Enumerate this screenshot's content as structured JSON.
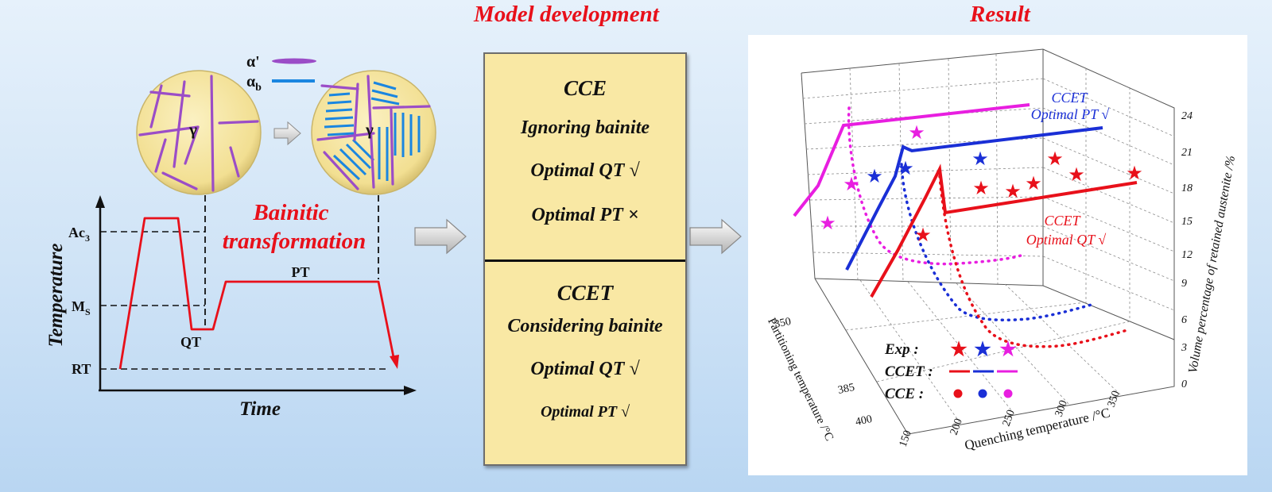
{
  "headings": {
    "model": "Model  development",
    "result": "Result"
  },
  "schematic": {
    "alpha_prime_label": "α'",
    "alpha_b_label_main": "α",
    "alpha_b_label_sub": "b",
    "gamma_label": "γ",
    "bainitic_line1": "Bainitic",
    "bainitic_line2": "transformation",
    "y_axis_label": "Temperature",
    "x_axis_label": "Time",
    "ac3_main": "Ac",
    "ac3_sub": "3",
    "ms_main": "M",
    "ms_sub": "S",
    "rt_label": "RT",
    "qt_label": "QT",
    "pt_label": "PT",
    "colors": {
      "alpha_prime": "#9b4dc7",
      "alpha_b": "#1a86e0",
      "grain_fill": "#f4e4a0",
      "path": "#e8101a"
    }
  },
  "model_box": {
    "cce": {
      "title": "CCE",
      "line1": "Ignoring bainite",
      "line2": "Optimal QT √",
      "line3": "Optimal PT ×"
    },
    "ccet": {
      "title": "CCET",
      "line1": "Considering bainite",
      "line2": "Optimal QT √",
      "line3": "Optimal PT √"
    }
  },
  "result": {
    "z_label": "Volume percentage of retained austenite /%",
    "x_label": "Quenching temperature /°C",
    "y_label": "Partitioning temperature /°C",
    "z_ticks": [
      "0",
      "3",
      "6",
      "9",
      "12",
      "15",
      "18",
      "21",
      "24"
    ],
    "x_ticks": [
      "150",
      "200",
      "250",
      "300",
      "350"
    ],
    "y_ticks": [
      "350",
      "385",
      "400"
    ],
    "annotations": {
      "blue_line1": "CCET",
      "blue_line2": "Optimal PT √",
      "red_line1": "CCET",
      "red_line2": "Optimal QT √"
    },
    "legend": {
      "exp": "Exp :",
      "ccet": "CCET :",
      "cce": "CCE :"
    },
    "colors": {
      "red": "#e8101a",
      "blue": "#1a2fd6",
      "magenta": "#e81ee0"
    }
  }
}
